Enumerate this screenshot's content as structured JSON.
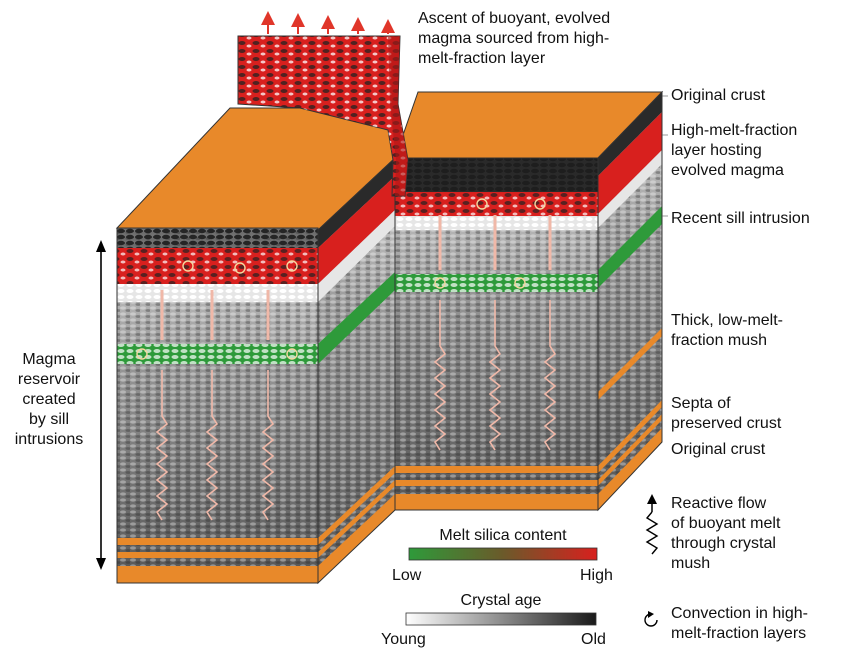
{
  "annotations": {
    "ascent": "Ascent of buoyant, evolved\nmagma sourced from high-\nmelt-fraction layer",
    "original_crust_top": "Original crust",
    "high_melt_layer": "High-melt-fraction\nlayer hosting\nevolved magma",
    "recent_sill": "Recent sill intrusion",
    "thick_mush": "Thick, low-melt-\nfraction mush",
    "septa": "Septa of\npreserved crust",
    "original_crust_bottom": "Original crust",
    "magma_reservoir": "Magma\nreservoir\ncreated\nby sill\nintrusions"
  },
  "legend": {
    "silica_title": "Melt silica content",
    "silica_low": "Low",
    "silica_high": "High",
    "silica_colors": [
      "#2e9a3a",
      "#d8201e"
    ],
    "age_title": "Crystal age",
    "age_young": "Young",
    "age_old": "Old",
    "age_colors": [
      "#ffffff",
      "#1a1a1a"
    ],
    "reactive_flow": "Reactive flow\nof buoyant melt\nthrough crystal\nmush",
    "convection": "Convection in high-\nmelt-fraction layers"
  },
  "colors": {
    "crust": "#e8892a",
    "melt_high": "#d8201e",
    "melt_low": "#2e9a3a",
    "mush": "#8f8f8f",
    "arrow": "#e0362a"
  }
}
